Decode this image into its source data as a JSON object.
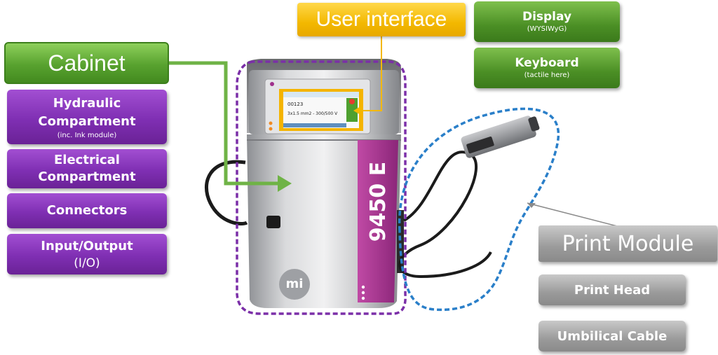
{
  "cabinet": {
    "title": "Cabinet",
    "items": [
      {
        "main": "Hydraulic Compartment",
        "sub": "(inc. Ink module)"
      },
      {
        "main": "Electrical Compartment",
        "sub": ""
      },
      {
        "main": "Connectors",
        "sub": ""
      },
      {
        "main": "Input/Output",
        "sub": "(I/O)"
      }
    ]
  },
  "user_interface": {
    "title": "User interface",
    "items": [
      {
        "main": "Display",
        "sub": "(WYSIWyG)"
      },
      {
        "main": "Keyboard",
        "sub": "(tactile here)"
      }
    ]
  },
  "print_module": {
    "title": "Print Module",
    "items": [
      {
        "main": "Print Head"
      },
      {
        "main": "Umbilical Cable"
      }
    ]
  },
  "device": {
    "model": "9450 E",
    "brand_logo": "mi",
    "screen_value": "00123",
    "screen_cable": "3x1.5 mm2 - 300/500 V"
  },
  "colors": {
    "cabinet_green": "#58a22f",
    "ui_yellow": "#f3b800",
    "cabinet_purple": "#7f2fb3",
    "print_grey": "#9a9a9a",
    "cabinet_outline": "#7b2fa8",
    "print_outline": "#2a7fc9",
    "device_magenta": "#a0318c"
  }
}
